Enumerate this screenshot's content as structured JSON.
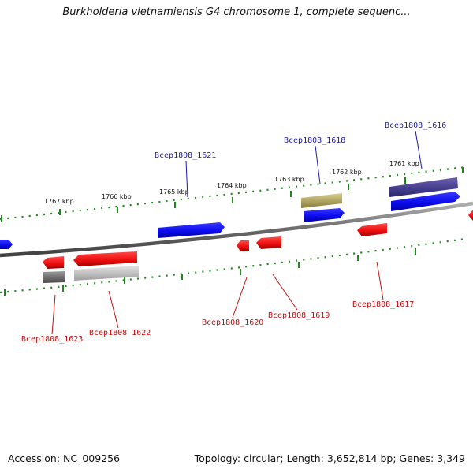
{
  "title": "Burkholderia vietnamiensis G4 chromosome 1, complete sequenc...",
  "footer": {
    "accession": "Accession: NC_009256",
    "topology": "Topology: circular; Length: 3,652,814 bp; Genes: 3,349"
  },
  "colors": {
    "forward_gene": "#1010ee",
    "reverse_gene": "#ee1111",
    "forward_label": "#1a1aa8",
    "reverse_label": "#c01010",
    "backbone": "#777777",
    "scale_ticks": "#1a8a1a"
  },
  "scale_labels": [
    "1767 kbp",
    "1766 kbp",
    "1765 kbp",
    "1764 kbp",
    "1763 kbp",
    "1762 kbp",
    "1761 kbp"
  ],
  "gene_labels": {
    "forward": [
      "Bcep1808_1621",
      "Bcep1808_1618",
      "Bcep1808_1616"
    ],
    "reverse": [
      "Bcep1808_1623",
      "Bcep1808_1622",
      "Bcep1808_1620",
      "Bcep1808_1619",
      "Bcep1808_1617"
    ]
  }
}
